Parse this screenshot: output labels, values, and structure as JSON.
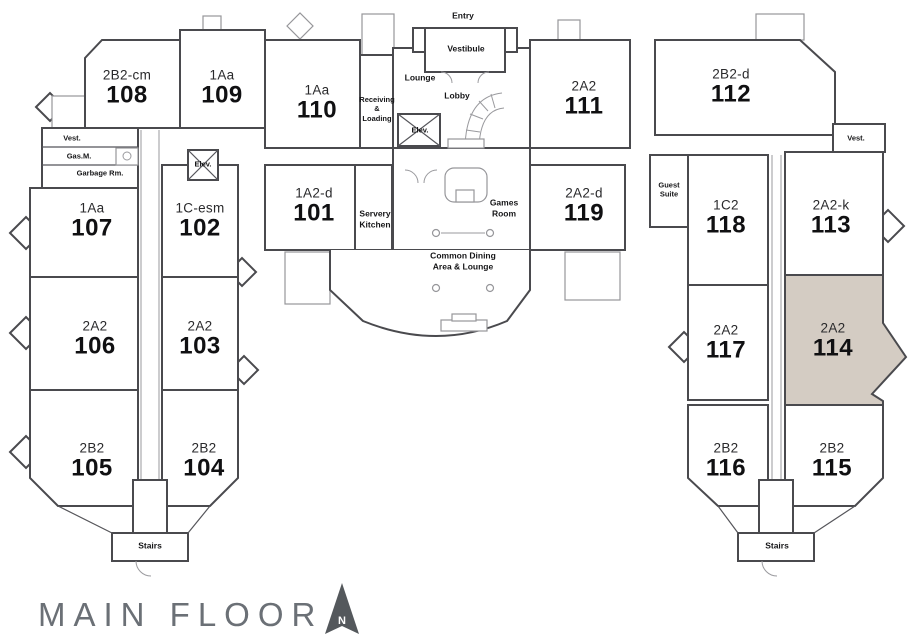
{
  "footer": {
    "title": "MAIN FLOOR",
    "compass_letter": "N"
  },
  "legend": {
    "highlight_color": "#d4ccc3",
    "wall_color": "#4a4a4e",
    "title_color": "#6b7076"
  },
  "units": {
    "u101": {
      "type": "1A2-d",
      "number": "101"
    },
    "u102": {
      "type": "1C-esm",
      "number": "102"
    },
    "u103": {
      "type": "2A2",
      "number": "103"
    },
    "u104": {
      "type": "2B2",
      "number": "104"
    },
    "u105": {
      "type": "2B2",
      "number": "105"
    },
    "u106": {
      "type": "2A2",
      "number": "106"
    },
    "u107": {
      "type": "1Aa",
      "number": "107"
    },
    "u108": {
      "type": "2B2-cm",
      "number": "108"
    },
    "u109": {
      "type": "1Aa",
      "number": "109"
    },
    "u110": {
      "type": "1Aa",
      "number": "110"
    },
    "u111": {
      "type": "2A2",
      "number": "111"
    },
    "u112": {
      "type": "2B2-d",
      "number": "112"
    },
    "u113": {
      "type": "2A2-k",
      "number": "113"
    },
    "u114": {
      "type": "2A2",
      "number": "114",
      "highlighted": true
    },
    "u115": {
      "type": "2B2",
      "number": "115"
    },
    "u116": {
      "type": "2B2",
      "number": "116"
    },
    "u117": {
      "type": "2A2",
      "number": "117"
    },
    "u118": {
      "type": "1C2",
      "number": "118"
    },
    "u119": {
      "type": "2A2-d",
      "number": "119"
    }
  },
  "rooms": {
    "entry": "Entry",
    "vestibule": "Vestibule",
    "lounge": "Lounge",
    "lobby": "Lobby",
    "receiving_loading": "Receiving\n&\nLoading",
    "elevator_center": "Elev.",
    "elevator_left": "Elev.",
    "vestibule_left": "Vest.",
    "gas_meter": "Gas.M.",
    "garbage_room": "Garbage Rm.",
    "servery_kitchen": "Servery\nKitchen",
    "games_room": "Games\nRoom",
    "common_dining": "Common Dining\nArea & Lounge",
    "guest_suite": "Guest\nSuite",
    "vestibule_right": "Vest.",
    "stairs_left": "Stairs",
    "stairs_right": "Stairs"
  }
}
